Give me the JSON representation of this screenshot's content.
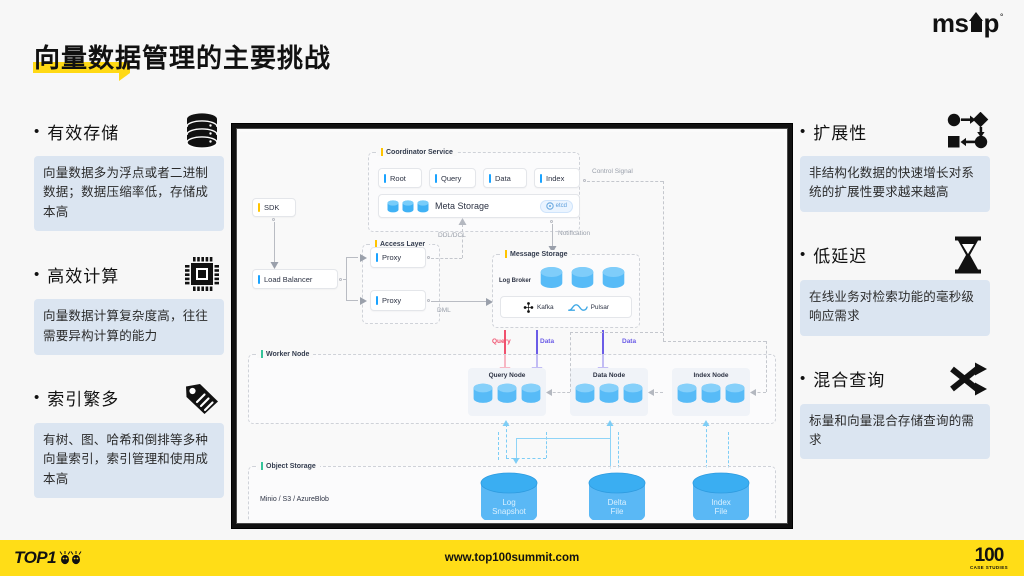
{
  "brand": {
    "logo_text_1": "ms",
    "logo_text_2": "p",
    "logo_mark": "°"
  },
  "title": {
    "text": "向量数据管理的主要挑战"
  },
  "left_column": {
    "items": [
      {
        "label": "有效存储",
        "icon": "database-icon",
        "note": "向量数据多为浮点或者二进制数据；数据压缩率低，存储成本高"
      },
      {
        "label": "高效计算",
        "icon": "cpu-chip-icon",
        "note": "向量数据计算复杂度高，往往需要异构计算的能力"
      },
      {
        "label": "索引繁多",
        "icon": "tag-icon",
        "note": "有树、图、哈希和倒排等多种向量索引，索引管理和使用成本高"
      }
    ]
  },
  "right_column": {
    "items": [
      {
        "label": "扩展性",
        "icon": "scale-out-nodes-icon",
        "note": "非结构化数据的快速增长对系统的扩展性要求越来越高"
      },
      {
        "label": "低延迟",
        "icon": "hourglass-icon",
        "note": "在线业务对检索功能的毫秒级响应需求"
      },
      {
        "label": "混合查询",
        "icon": "shuffle-icon",
        "note": "标量和向量混合存储查询的需求"
      }
    ]
  },
  "diagram": {
    "sdk": "SDK",
    "load_balancer": "Load Balancer",
    "coordinator": {
      "title": "Coordinator Service",
      "services": [
        "Root",
        "Query",
        "Data",
        "Index"
      ],
      "meta_storage": "Meta Storage",
      "etcd_badge": "etcd"
    },
    "access_layer": {
      "title": "Access Layer",
      "proxies": [
        "Proxy",
        "Proxy"
      ]
    },
    "message_storage": {
      "title": "Message Storage",
      "log_broker": "Log Broker",
      "brokers": [
        "Kafka",
        "Pulsar"
      ]
    },
    "worker_node": {
      "title": "Worker Node",
      "nodes": [
        "Query Node",
        "Data Node",
        "Index Node"
      ]
    },
    "object_storage": {
      "title": "Object Storage",
      "providers": "Minio / S3 / AzureBlob",
      "files": [
        "Log\nSnapshot",
        "Delta\nFile",
        "Index\nFile"
      ]
    },
    "edge_labels": {
      "control_signal": "Control Signal",
      "ddl_dcl": "DDL/DCL",
      "notification": "Notification",
      "dml": "DML",
      "query": "Query",
      "data_1": "Data",
      "data_2": "Data"
    }
  },
  "footer": {
    "left_brand": "TOP1",
    "url": "www.top100summit.com",
    "right_big": "100",
    "right_small": "CASE STUDIES"
  },
  "colors": {
    "highlight_yellow": "#ffd915",
    "note_bg": "#dbe5f1",
    "footer_yellow": "#ffdd17",
    "query_red": "#f0516e",
    "data_purple": "#6b5ce7",
    "cylinder_blue": "#5ab8f5"
  }
}
